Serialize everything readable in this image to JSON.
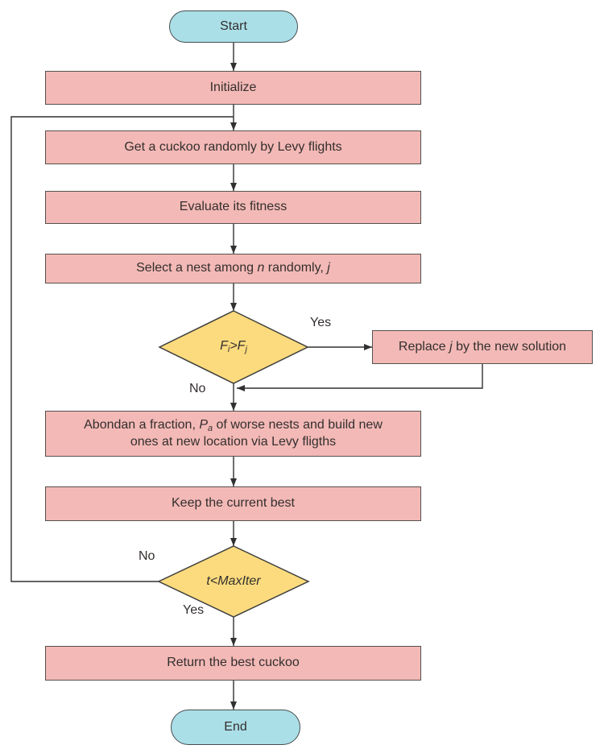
{
  "palette": {
    "process_fill": "#f3b9b6",
    "process_border": "#55514d",
    "terminal_fill": "#abdfe8",
    "terminal_border": "#474e50",
    "decision_fill": "#fbdb7d",
    "decision_border": "#3e3e3c",
    "line_color": "#303030",
    "text_color": "#332f2e"
  },
  "nodes": {
    "start": {
      "label": "Start"
    },
    "initialize": {
      "label": "Initialize"
    },
    "get_cuckoo": {
      "label": "Get a cuckoo randomly by Levy flights"
    },
    "evaluate": {
      "label": "Evaluate its fitness"
    },
    "select_nest": {
      "t1": "Select a nest among ",
      "i1": "n",
      "t2": " randomly, ",
      "i2": "j"
    },
    "decision_fitness": {
      "f1": "F",
      "s1": "i",
      "op": ">",
      "f2": "F",
      "s2": "j"
    },
    "replace": {
      "t1": "Replace ",
      "i1": "j",
      "t2": " by the new solution"
    },
    "abandon": {
      "t1": "Abondan a fraction, ",
      "i1": "P",
      "s1": "a",
      "t2": " of worse nests and build new",
      "line2": "ones at new location via Levy fligths"
    },
    "keep_best": {
      "label": "Keep the current best"
    },
    "decision_iter": {
      "label": "t<MaxIter"
    },
    "return_best": {
      "label": "Return the best cuckoo"
    },
    "end": {
      "label": "End"
    }
  },
  "edge_labels": {
    "fitness_yes": "Yes",
    "fitness_no": "No",
    "iter_no": "No",
    "iter_yes": "Yes"
  }
}
